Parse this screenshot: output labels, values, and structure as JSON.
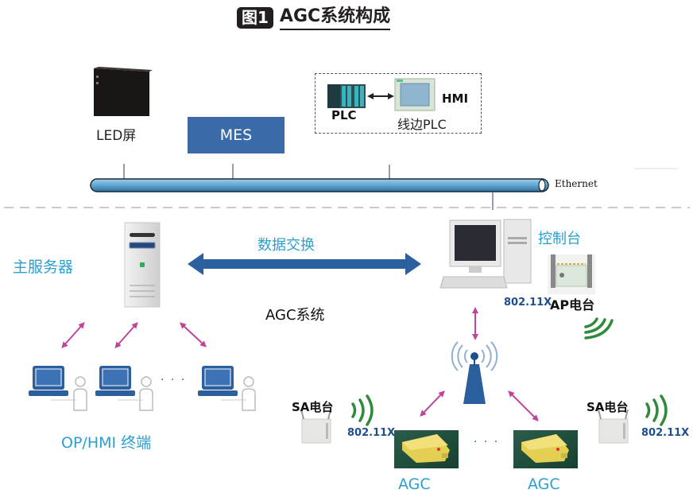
{
  "figure": {
    "badge": "图1",
    "title": "AGC系统构成"
  },
  "network": {
    "bus_label": "Ethernet",
    "led_label": "LED屏",
    "mes_label": "MES",
    "plc_label": "PLC",
    "hmi_label": "HMI",
    "line_plc_label": "线边PLC"
  },
  "agc_system": {
    "system_label": "AGC系统",
    "server_label": "主服务器",
    "exchange_label": "数据交换",
    "console_label": "控制台",
    "ap_label": "AP电台",
    "ap_protocol": "802.11X",
    "terminals_label": "OP/HMI 终端",
    "terminals_ellipsis": "· · ·",
    "sa_left_label": "SA电台",
    "sa_left_protocol": "802.11X",
    "sa_right_label": "SA电台",
    "sa_right_protocol": "802.11X",
    "agc_left_label": "AGC",
    "agc_right_label": "AGC",
    "agc_ellipsis": "· · ·"
  },
  "colors": {
    "accent_blue": "#2a9fd0",
    "dark_blue": "#2c5f9e",
    "link_magenta": "#c0449b",
    "wifi_green": "#2f8a3a",
    "bus_blue": "#6fb0d6"
  }
}
